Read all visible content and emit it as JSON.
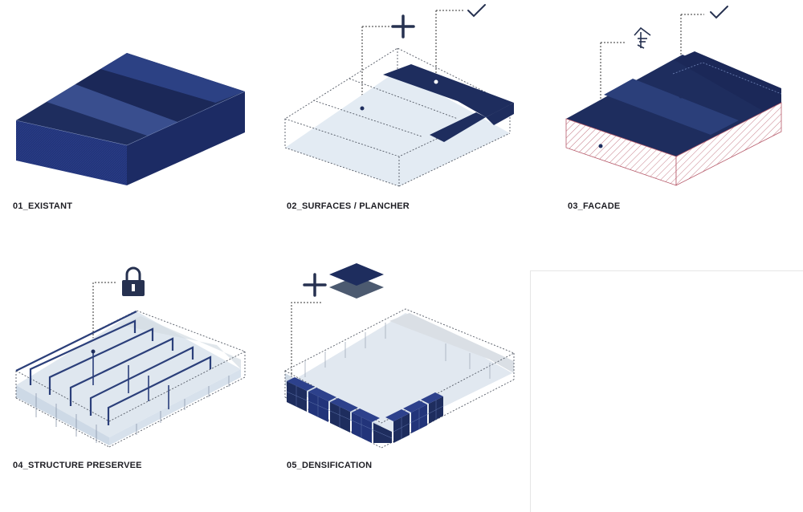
{
  "colors": {
    "navy": "#1e2d5e",
    "navy_light": "#2b3f7a",
    "navy_dark": "#17224a",
    "light_blue": "#e3ebf3",
    "pale": "#eef2f6",
    "gray_line": "#555b66",
    "hatch_red": "#b65a6a",
    "icon": "#263150",
    "layer_gray": "#4c5a70"
  },
  "diagrams": [
    {
      "caption": "01_EXISTANT"
    },
    {
      "caption": "02_SURFACES / PLANCHER",
      "icons": [
        "plus-icon",
        "check-icon"
      ]
    },
    {
      "caption": "03_FACADE",
      "icons": [
        "facade-arrow-icon",
        "check-icon"
      ]
    },
    {
      "caption": "04_STRUCTURE PRESERVEE",
      "icons": [
        "lock-icon"
      ]
    },
    {
      "caption": "05_DENSIFICATION",
      "icons": [
        "plus-icon",
        "layers-icon"
      ]
    }
  ]
}
